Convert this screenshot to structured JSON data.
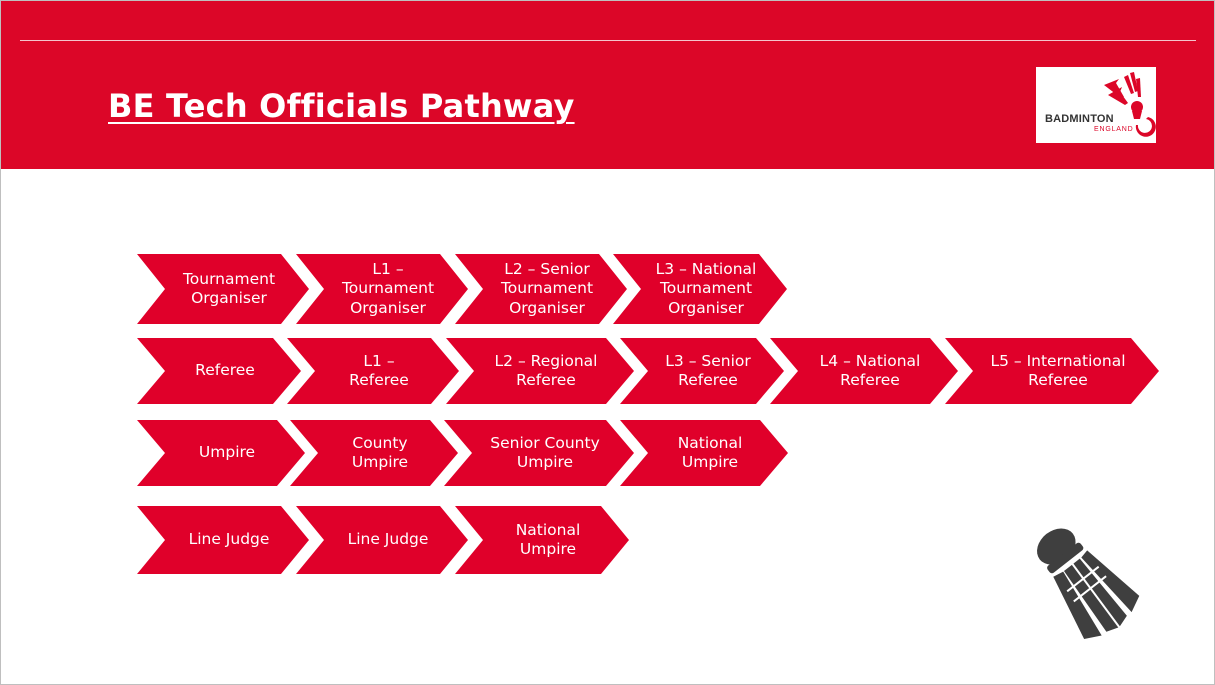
{
  "slide": {
    "title": "BE Tech Officials Pathway",
    "logo": {
      "line1": "BADMINTON",
      "line2": "ENGLAND"
    }
  },
  "colors": {
    "brand_red": "#dc0628",
    "chevron_red": "#e0002a",
    "icon_gray": "#3f3f3f"
  },
  "pathway": {
    "rows": [
      {
        "track": "tournament-organiser",
        "steps": [
          "Tournament\nOrganiser",
          "L1 –\nTournament\nOrganiser",
          "L2 – Senior\nTournament\nOrganiser",
          "L3 – National\nTournament\nOrganiser"
        ]
      },
      {
        "track": "referee",
        "steps": [
          "Referee",
          "L1 –\nReferee",
          "L2 – Regional\nReferee",
          "L3 – Senior\nReferee",
          "L4 – National\nReferee",
          "L5 – International\nReferee"
        ]
      },
      {
        "track": "umpire",
        "steps": [
          "Umpire",
          "County\nUmpire",
          "Senior County\nUmpire",
          "National\nUmpire"
        ]
      },
      {
        "track": "line-judge",
        "steps": [
          "Line Judge",
          "Line Judge",
          "National\nUmpire"
        ]
      }
    ]
  },
  "icons": {
    "logo": "badminton-england-logo",
    "decoration": "shuttlecock-icon"
  }
}
